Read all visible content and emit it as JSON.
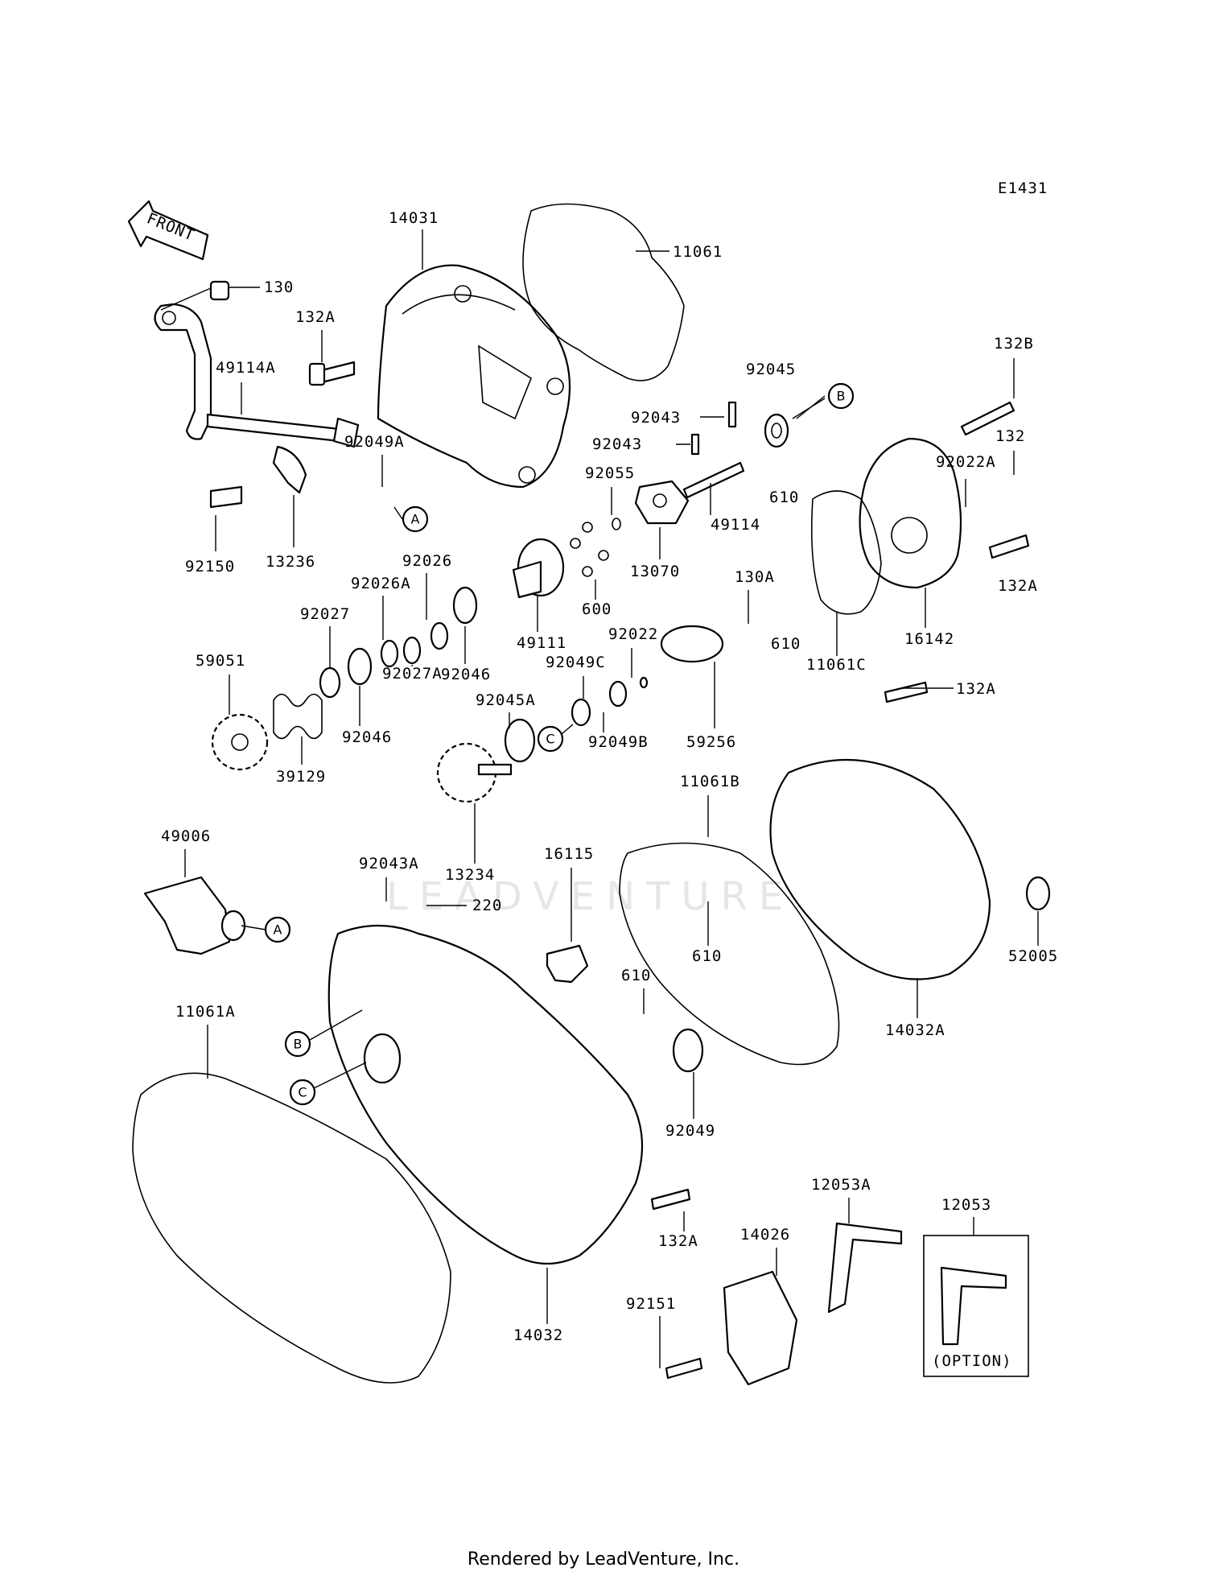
{
  "diagram_code": "E1431",
  "front_label": "FRONT",
  "footer": "Rendered by LeadVenture, Inc.",
  "watermark": "LEADVENTURE",
  "option_label": "(OPTION)",
  "part_labels": [
    "14031",
    "11061",
    "130",
    "132A",
    "49114A",
    "92049A",
    "13236",
    "92150",
    "92045",
    "92043",
    "92043",
    "92055",
    "49114",
    "13070",
    "132B",
    "132",
    "92022A",
    "610",
    "610",
    "11061C",
    "16142",
    "132A",
    "600",
    "49111",
    "92026",
    "92026A",
    "92027",
    "92046",
    "92027A",
    "92046",
    "59051",
    "39129",
    "130A",
    "92022",
    "92049C",
    "92045A",
    "92049B",
    "59256",
    "13234",
    "132A",
    "11061B",
    "49006",
    "92043A",
    "220",
    "16115",
    "610",
    "610",
    "52005",
    "14032A",
    "11061A",
    "92049",
    "12053A",
    "12053",
    "14026",
    "132A",
    "92151",
    "14032"
  ],
  "callouts": [
    "A",
    "A",
    "B",
    "B",
    "C",
    "C"
  ]
}
